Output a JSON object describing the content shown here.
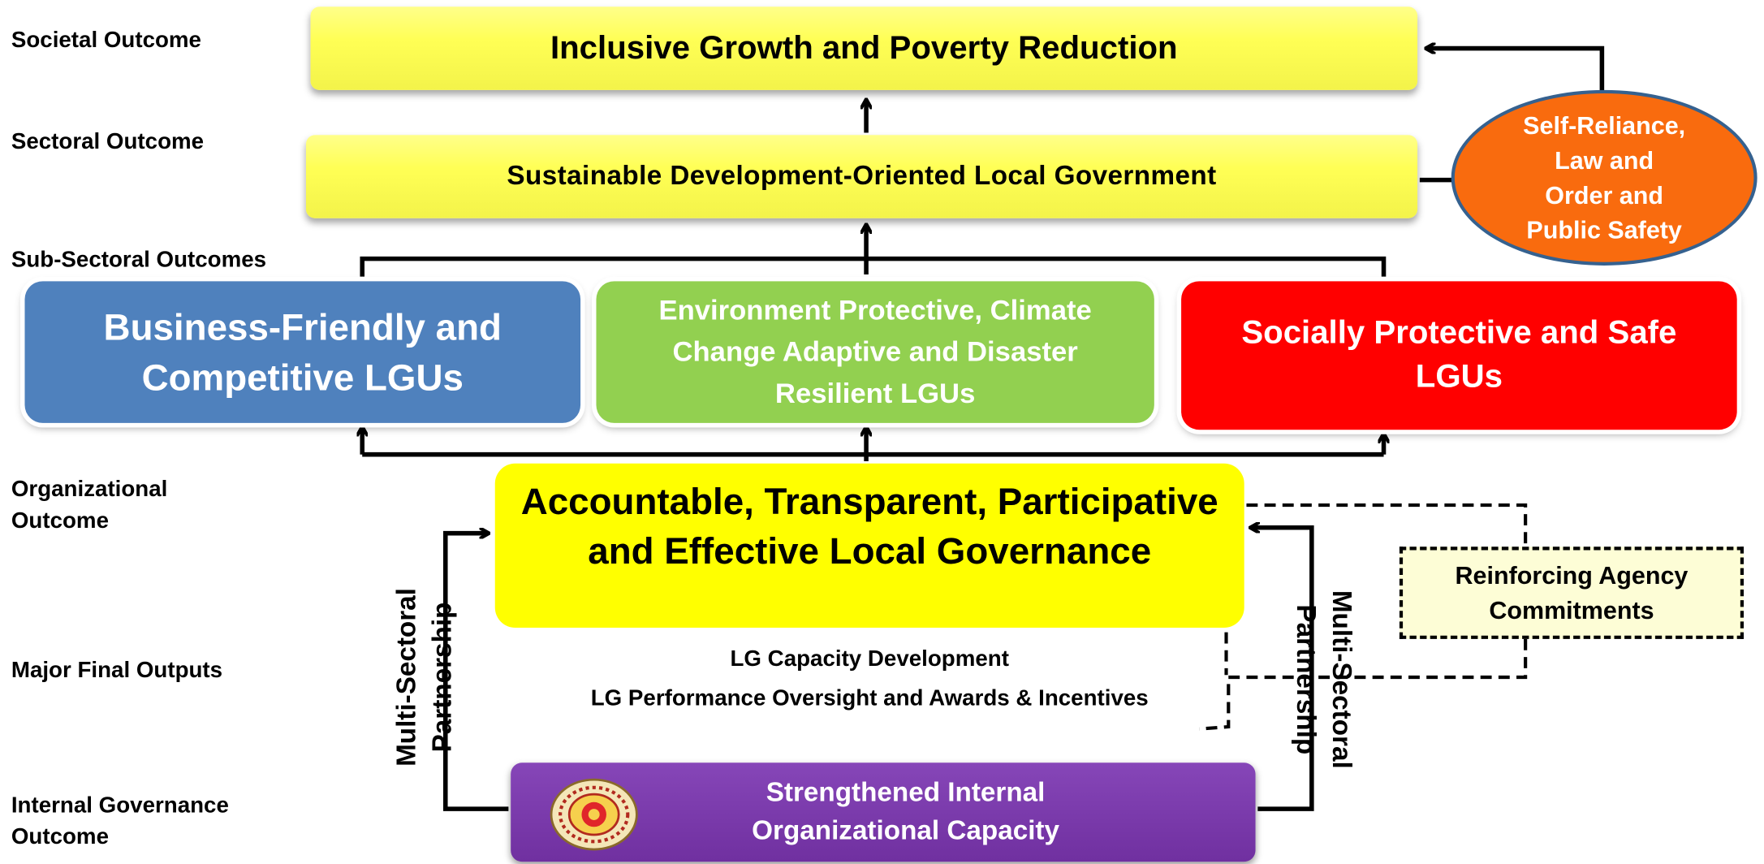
{
  "levels": {
    "societal": "Societal Outcome",
    "sectoral": "Sectoral Outcome",
    "sub_sectoral": "Sub-Sectoral Outcomes",
    "organizational_line1": "Organizational",
    "organizational_line2": "Outcome",
    "major_final_outputs": "Major Final Outputs",
    "internal_line1": "Internal Governance",
    "internal_line2": "Outcome"
  },
  "societal_outcome": "Inclusive Growth and Poverty Reduction",
  "sectoral_outcome": "Sustainable Development-Oriented Local Government",
  "sub_sectoral_outcomes": [
    {
      "line1": "Business-Friendly and",
      "line2": "Competitive LGUs",
      "line3": ""
    },
    {
      "line1": "Environment Protective, Climate",
      "line2": "Change Adaptive and Disaster",
      "line3": "Resilient LGUs"
    },
    {
      "line1": "Socially Protective and Safe",
      "line2": "LGUs",
      "line3": ""
    }
  ],
  "self_reliance": {
    "line1": "Self-Reliance,",
    "line2": "Law and",
    "line3": "Order and",
    "line4": "Public Safety"
  },
  "organizational_outcome": {
    "line1": "Accountable, Transparent, Participative",
    "line2": "and Effective Local Governance"
  },
  "reinforcing": {
    "line1": "Reinforcing Agency",
    "line2": "Commitments"
  },
  "major_final_outputs": [
    "LG Capacity Development",
    "LG Performance Oversight and Awards & Incentives"
  ],
  "partnership_left": {
    "line1": "Multi-Sectoral",
    "line2": "Partnership"
  },
  "partnership_right": {
    "line1": "Multi-Sectoral",
    "line2": "Partnership"
  },
  "internal_outcome": {
    "line1": "Strengthened Internal",
    "line2": "Organizational Capacity"
  },
  "colors": {
    "yellow": "#ffff00",
    "blue": "#4f81bd",
    "green": "#92d050",
    "red": "#ff0000",
    "orange": "#f96b0e",
    "purple": "#7030a0",
    "pale_yellow": "#fdfdd6"
  }
}
